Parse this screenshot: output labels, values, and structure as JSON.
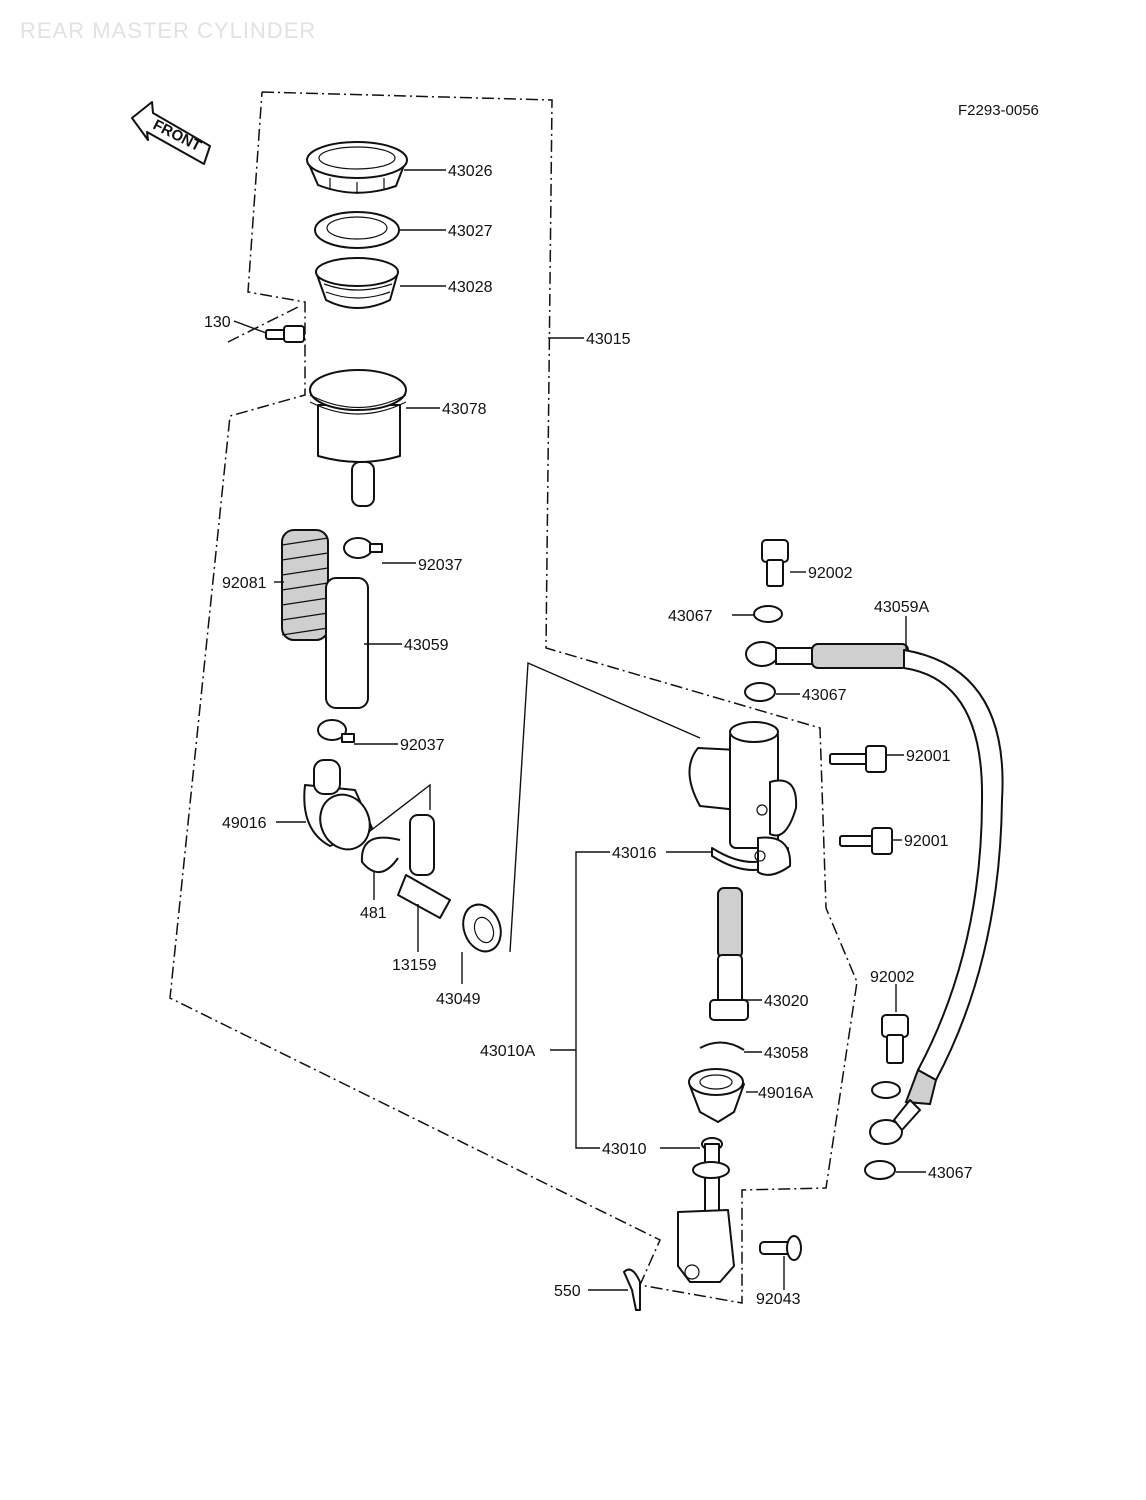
{
  "header": {
    "title": "REAR MASTER CYLINDER",
    "figure_id": "F2293-0056"
  },
  "direction_marker": {
    "text": "FRONT",
    "icon": "front-arrow-icon"
  },
  "parts": {
    "p43026": "43026",
    "p43027": "43027",
    "p43028": "43028",
    "p43015": "43015",
    "p130": "130",
    "p43078": "43078",
    "p92037_top": "92037",
    "p92081": "92081",
    "p43059": "43059",
    "p92037_bottom": "92037",
    "p49016": "49016",
    "p481": "481",
    "p13159": "13159",
    "p43049": "43049",
    "p92002_top": "92002",
    "p43067_top": "43067",
    "p43059A": "43059A",
    "p43067_mid": "43067",
    "p92001_top": "92001",
    "p92001_bottom": "92001",
    "p43016": "43016",
    "p43020": "43020",
    "p43010A": "43010A",
    "p43058": "43058",
    "p49016A": "49016A",
    "p43010": "43010",
    "p92002_bottom": "92002",
    "p43067_bottom": "43067",
    "p550": "550",
    "p92043": "92043"
  }
}
